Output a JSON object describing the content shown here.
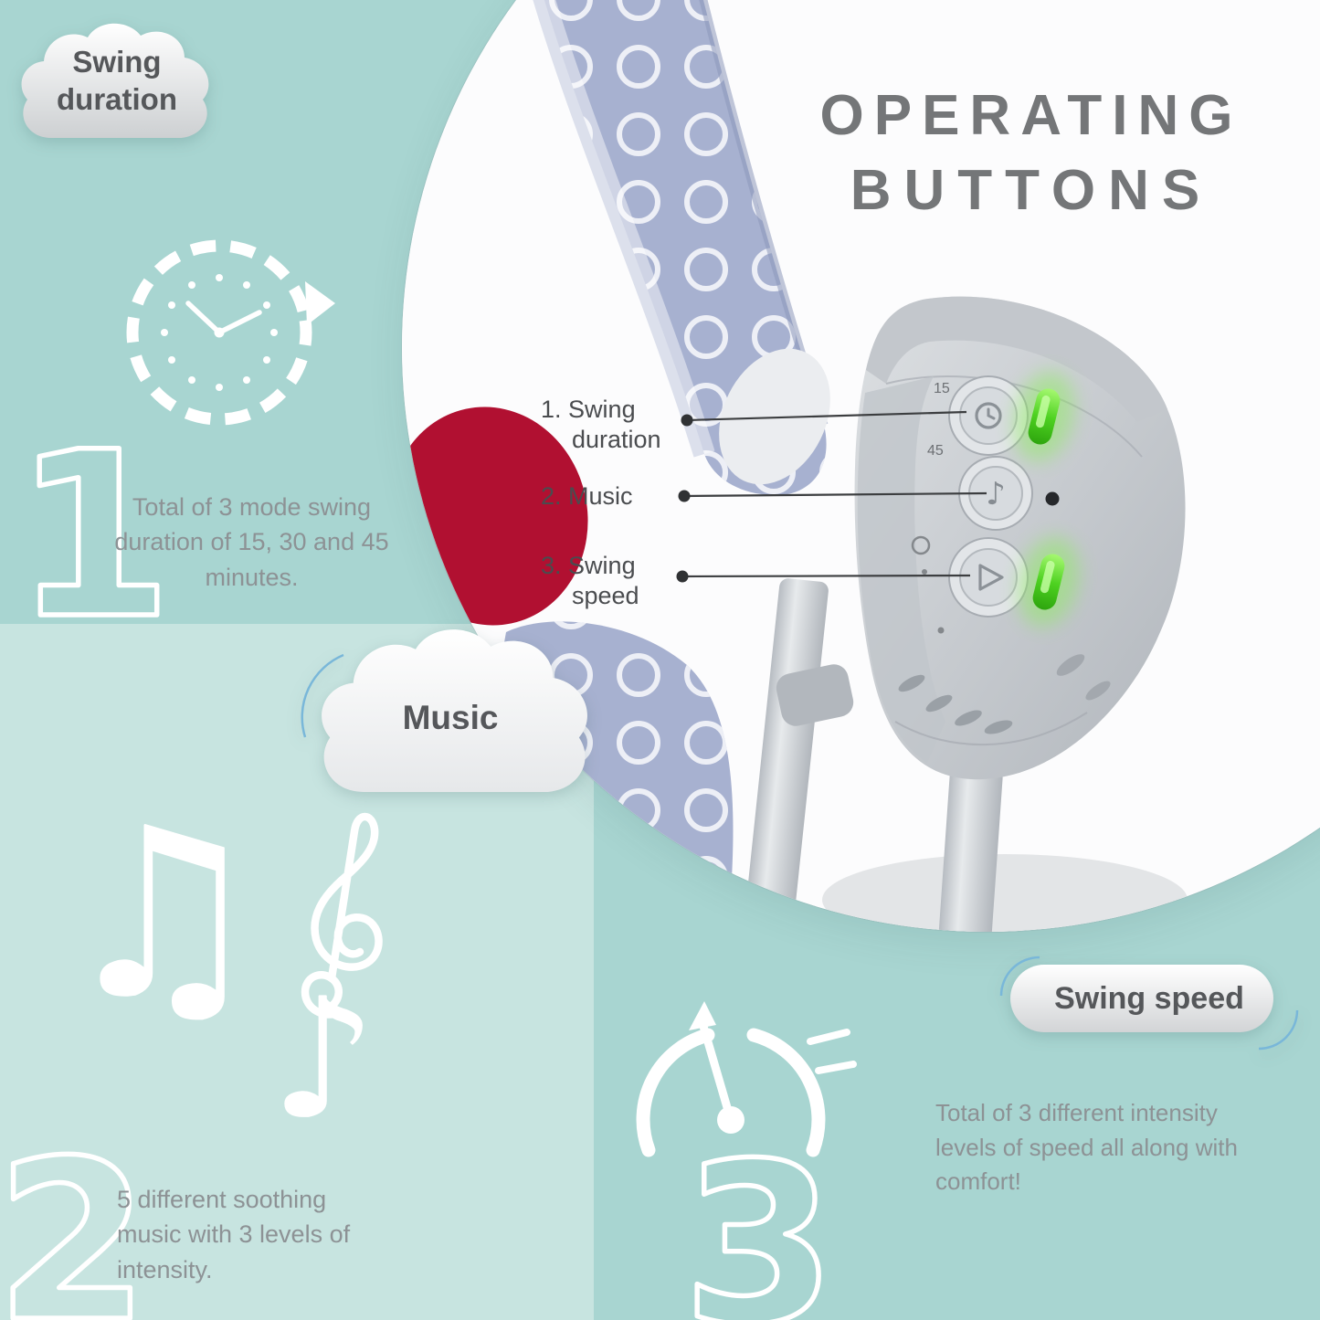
{
  "title": {
    "line1": "OPERATING",
    "line2": "BUTTONS"
  },
  "clouds": {
    "swing_duration": {
      "line1": "Swing",
      "line2": "duration"
    },
    "music": {
      "label": "Music"
    },
    "swing_speed": {
      "label": "Swing speed"
    }
  },
  "sections": {
    "one": {
      "number": "1",
      "text": "Total of 3 mode swing duration of 15, 30 and 45 minutes."
    },
    "two": {
      "number": "2",
      "text": "5 different soothing music with 3 levels of intensity."
    },
    "three": {
      "number": "3",
      "text": "Total of 3 different intensity levels of speed all along with comfort!"
    }
  },
  "callouts": {
    "one": {
      "num": "1.",
      "line1": "Swing",
      "line2": "duration"
    },
    "two": {
      "num": "2.",
      "line1": "Music"
    },
    "three": {
      "num": "3.",
      "line1": "Swing",
      "line2": "speed"
    }
  },
  "photo": {
    "mode_marks": {
      "m15": "15",
      "m45": "45"
    }
  },
  "icons": {
    "double_note": "♫",
    "single_note": "♪"
  },
  "colors": {
    "teal": "#a8d5d1",
    "teal_light": "#c7e4e0",
    "title_gray": "#747678",
    "body_gray": "#8d9295",
    "callout_gray": "#4a4c4f",
    "led_green": "#4ed221",
    "fabric_lavender": "#a7b1d0",
    "seat_red": "#b11031",
    "accent_blue": "#79b7d9"
  }
}
